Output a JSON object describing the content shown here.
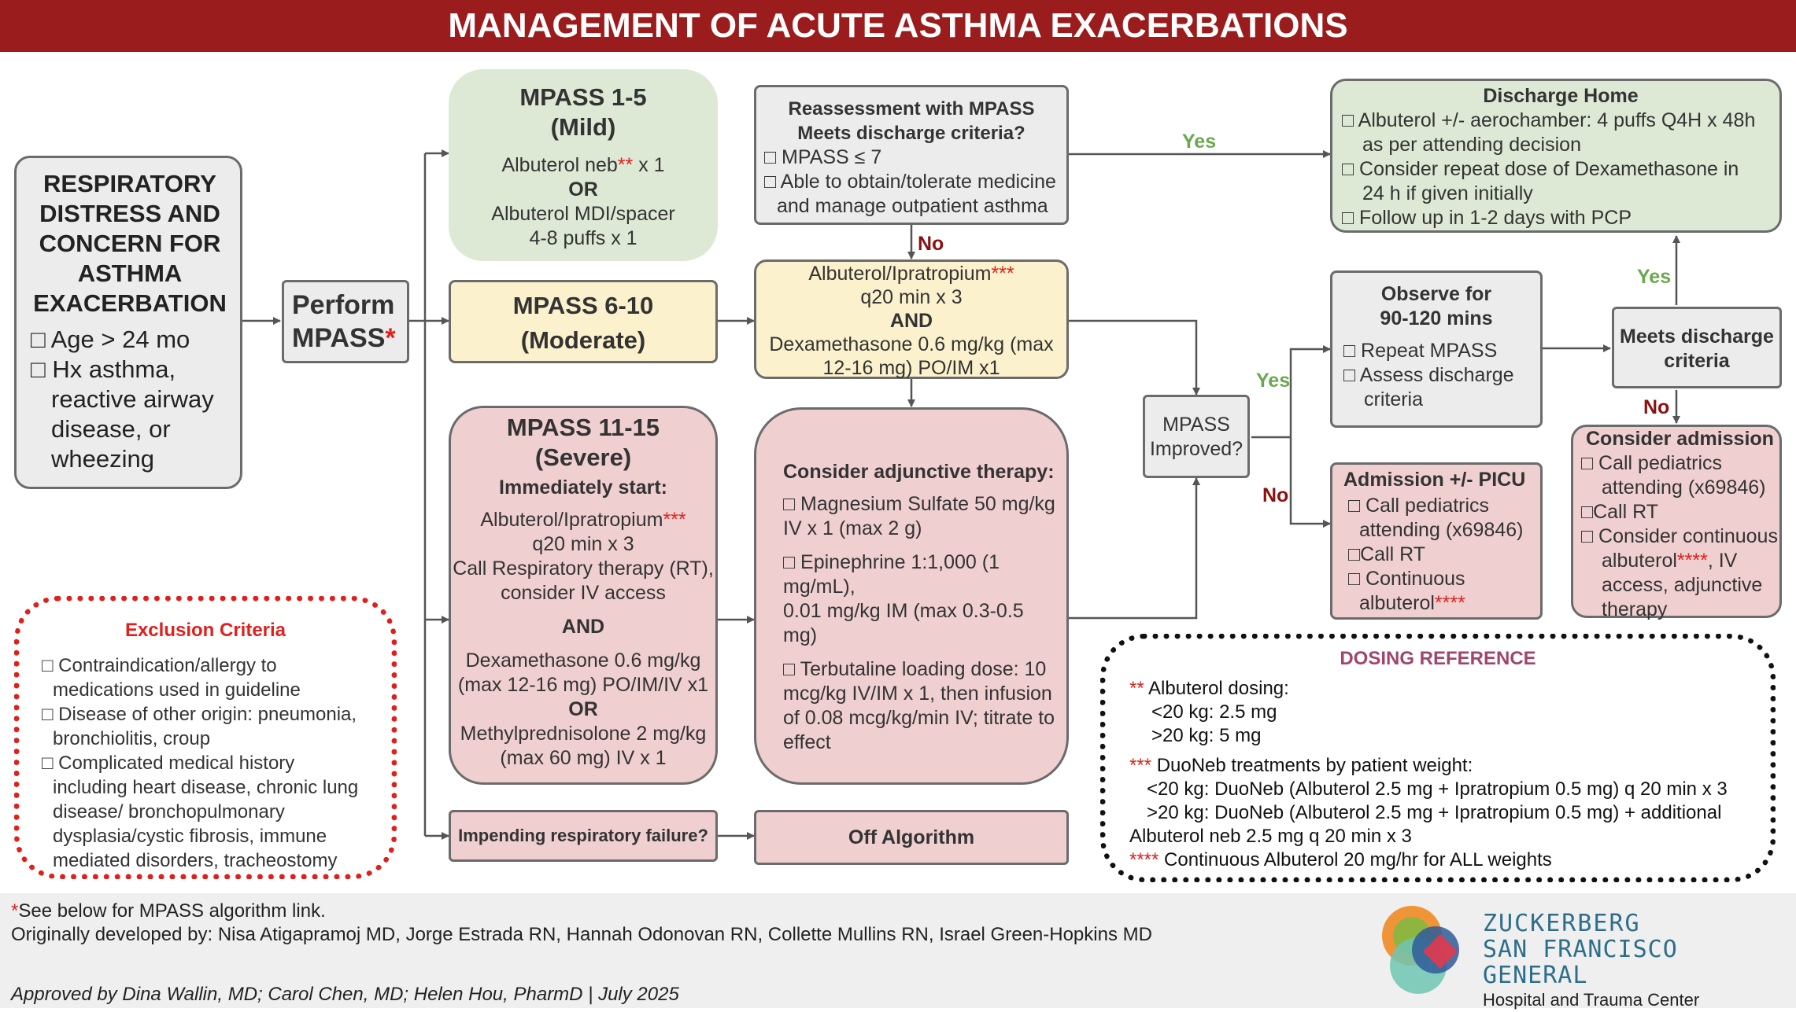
{
  "title": "MANAGEMENT OF ACUTE ASTHMA EXACERBATIONS",
  "start": {
    "heading": [
      "RESPIRATORY",
      "DISTRESS AND",
      "CONCERN FOR",
      "ASTHMA",
      "EXACERBATION"
    ],
    "items": [
      "□ Age > 24 mo",
      "□ Hx asthma,",
      "reactive airway",
      "disease, or",
      "wheezing"
    ]
  },
  "perform": {
    "line1": "Perform",
    "line2": "MPASS",
    "star": "*"
  },
  "mild": {
    "title1": "MPASS 1-5",
    "title2": "(Mild)",
    "line1": "Albuterol neb",
    "line1_star": "**",
    "line1_end": " x 1",
    "or": "OR",
    "line2": "Albuterol MDI/spacer",
    "line3": "4-8 puffs x 1"
  },
  "moderate": {
    "title1": "MPASS 6-10",
    "title2": "(Moderate)"
  },
  "severe": {
    "title1": "MPASS 11-15",
    "title2": "(Severe)",
    "start": "Immediately start:",
    "l1": "Albuterol/Ipratropium",
    "l1_star": "***",
    "l2": "q20 min x 3",
    "l3": "Call Respiratory therapy (RT),",
    "l4": "consider IV access",
    "and": "AND",
    "l5": "Dexamethasone 0.6 mg/kg",
    "l6": "(max 12-16 mg) PO/IM/IV x1",
    "or": "OR",
    "l7": "Methylprednisolone 2 mg/kg",
    "l8": "(max 60 mg) IV x 1"
  },
  "impending": "Impending respiratory failure?",
  "off": "Off Algorithm",
  "reassess": {
    "title1": "Reassessment with MPASS",
    "title2": "Meets discharge criteria?",
    "items": [
      "□ MPASS ≤ 7",
      "□ Able to obtain/tolerate medicine",
      "and manage outpatient asthma"
    ]
  },
  "moderate_tx": {
    "l1": "Albuterol/Ipratropium",
    "l1_star": "***",
    "l2": "q20 min x 3",
    "and": "AND",
    "l3": "Dexamethasone 0.6 mg/kg (max",
    "l4": "12-16 mg) PO/IM x1"
  },
  "adjunct": {
    "title": "Consider adjunctive therapy:",
    "items": [
      [
        "□ Magnesium Sulfate 50 mg/kg",
        "IV x 1 (max 2 g)"
      ],
      [
        "□ Epinephrine 1:1,000 (1 mg/mL),",
        "0.01 mg/kg IM (max 0.3-0.5",
        "mg)"
      ],
      [
        "□ Terbutaline loading dose: 10",
        "mcg/kg IV/IM x 1, then infusion",
        "of 0.08 mcg/kg/min IV; titrate to",
        "effect"
      ]
    ]
  },
  "improved": {
    "l1": "MPASS",
    "l2": "Improved?"
  },
  "observe": {
    "title1": "Observe for",
    "title2": "90-120 mins",
    "items": [
      "□ Repeat MPASS",
      "□ Assess discharge",
      "criteria"
    ]
  },
  "admission_picu": {
    "title": "Admission +/- PICU",
    "items": [
      "□ Call pediatrics",
      "attending (x69846)",
      "□Call RT",
      "□ Continuous",
      "albuterol"
    ],
    "star": "****"
  },
  "meets": {
    "l1": "Meets discharge",
    "l2": "criteria"
  },
  "discharge": {
    "title": "Discharge Home",
    "items": [
      "□ Albuterol +/- aerochamber: 4 puffs Q4H x 48h",
      "as per attending decision",
      "□ Consider repeat dose of Dexamethasone in",
      "24 h if given initially",
      "□ Follow up in 1-2 days with PCP"
    ]
  },
  "consider_admission": {
    "title": "Consider admission",
    "items": [
      "□ Call pediatrics",
      "attending (x69846)",
      "□Call RT",
      "□ Consider continuous",
      "albuterol",
      ", IV",
      "access, adjunctive",
      "therapy"
    ],
    "star": "****"
  },
  "labels": {
    "yes": "Yes",
    "no": "No"
  },
  "exclusion": {
    "title": "Exclusion Criteria",
    "lines": [
      "□ Contraindication/allergy to",
      "medications used in guideline",
      "□ Disease of other origin: pneumonia,",
      "bronchiolitis, croup",
      "□ Complicated medical history",
      "including heart disease, chronic lung",
      "disease/ bronchopulmonary",
      "dysplasia/cystic fibrosis, immune",
      "mediated disorders, tracheostomy"
    ]
  },
  "dosing": {
    "title": "DOSING  REFERENCE",
    "s2": "**",
    "l1": " Albuterol dosing:",
    "l2": "<20 kg: 2.5 mg",
    "l3": ">20 kg: 5 mg",
    "s3": "***",
    "l4": " DuoNeb treatments by patient weight:",
    "l5": "<20 kg: DuoNeb (Albuterol 2.5 mg + Ipratropium 0.5 mg) q 20 min x 3",
    "l6": ">20 kg: DuoNeb (Albuterol 2.5 mg + Ipratropium 0.5 mg) + additional",
    "l7": "Albuterol neb 2.5 mg q 20 min x 3",
    "s4": "****",
    "l8": " Continuous Albuterol 20 mg/hr for ALL weights"
  },
  "footer": {
    "star": "*",
    "note": "See below for MPASS algorithm link.",
    "developed": "Originally developed by: Nisa Atigapramoj MD, Jorge Estrada RN, Hannah Odonovan RN, Collette Mullins RN, Israel Green-Hopkins MD",
    "approved": "Approved by Dina Wallin, MD; Carol Chen, MD; Helen Hou, PharmD  |  July 2025"
  },
  "logo": {
    "l1": "ZUCKERBERG",
    "l2": "SAN FRANCISCO GENERAL",
    "l3": "Hospital and Trauma Center"
  },
  "colors": {
    "title_bar": "#9b1c1c",
    "mild": "#dde9d4",
    "moderate": "#fbf1cc",
    "severe": "#f0cfd0",
    "yes": "#6aa84f",
    "no": "#8b1010",
    "logo": "#2d6f8a"
  }
}
